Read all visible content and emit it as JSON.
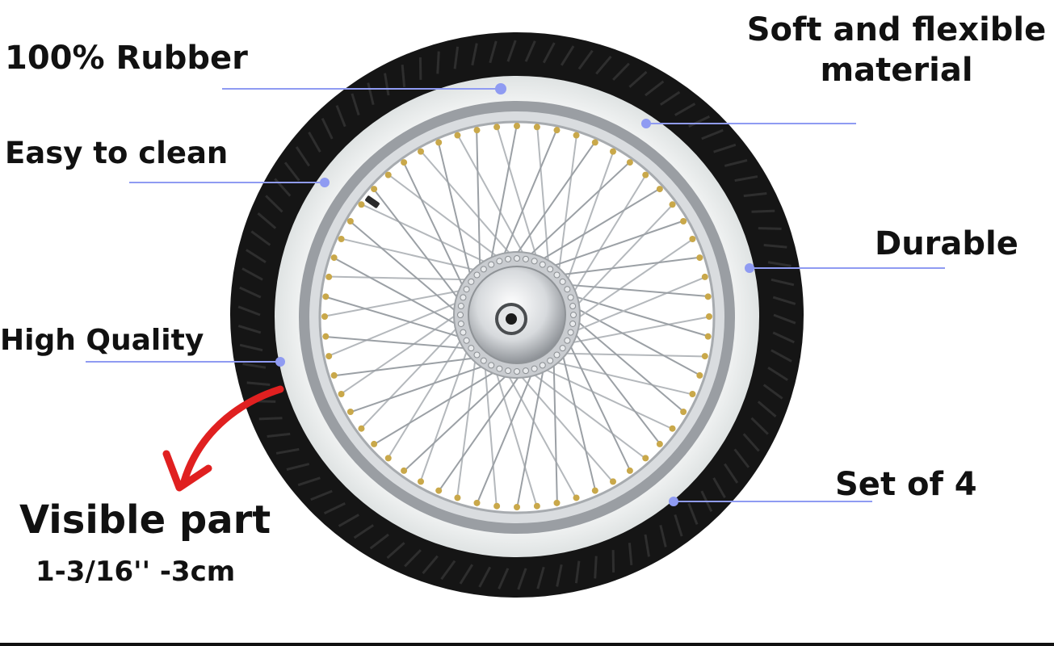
{
  "features": {
    "rubber": "100% Rubber",
    "soft_line1": "Soft and flexible",
    "soft_line2": "material",
    "clean": "Easy to clean",
    "durable": "Durable",
    "quality": "High Quality",
    "set": "Set of 4"
  },
  "callout": {
    "title": "Visible part",
    "measure": "1-3/16'' -3cm"
  },
  "colors": {
    "pointer": "#8f9bf2",
    "arrow": "#e02020",
    "tire": "#141414",
    "whitewall": "#f2f4f4",
    "chrome": "#b8bcc0"
  }
}
